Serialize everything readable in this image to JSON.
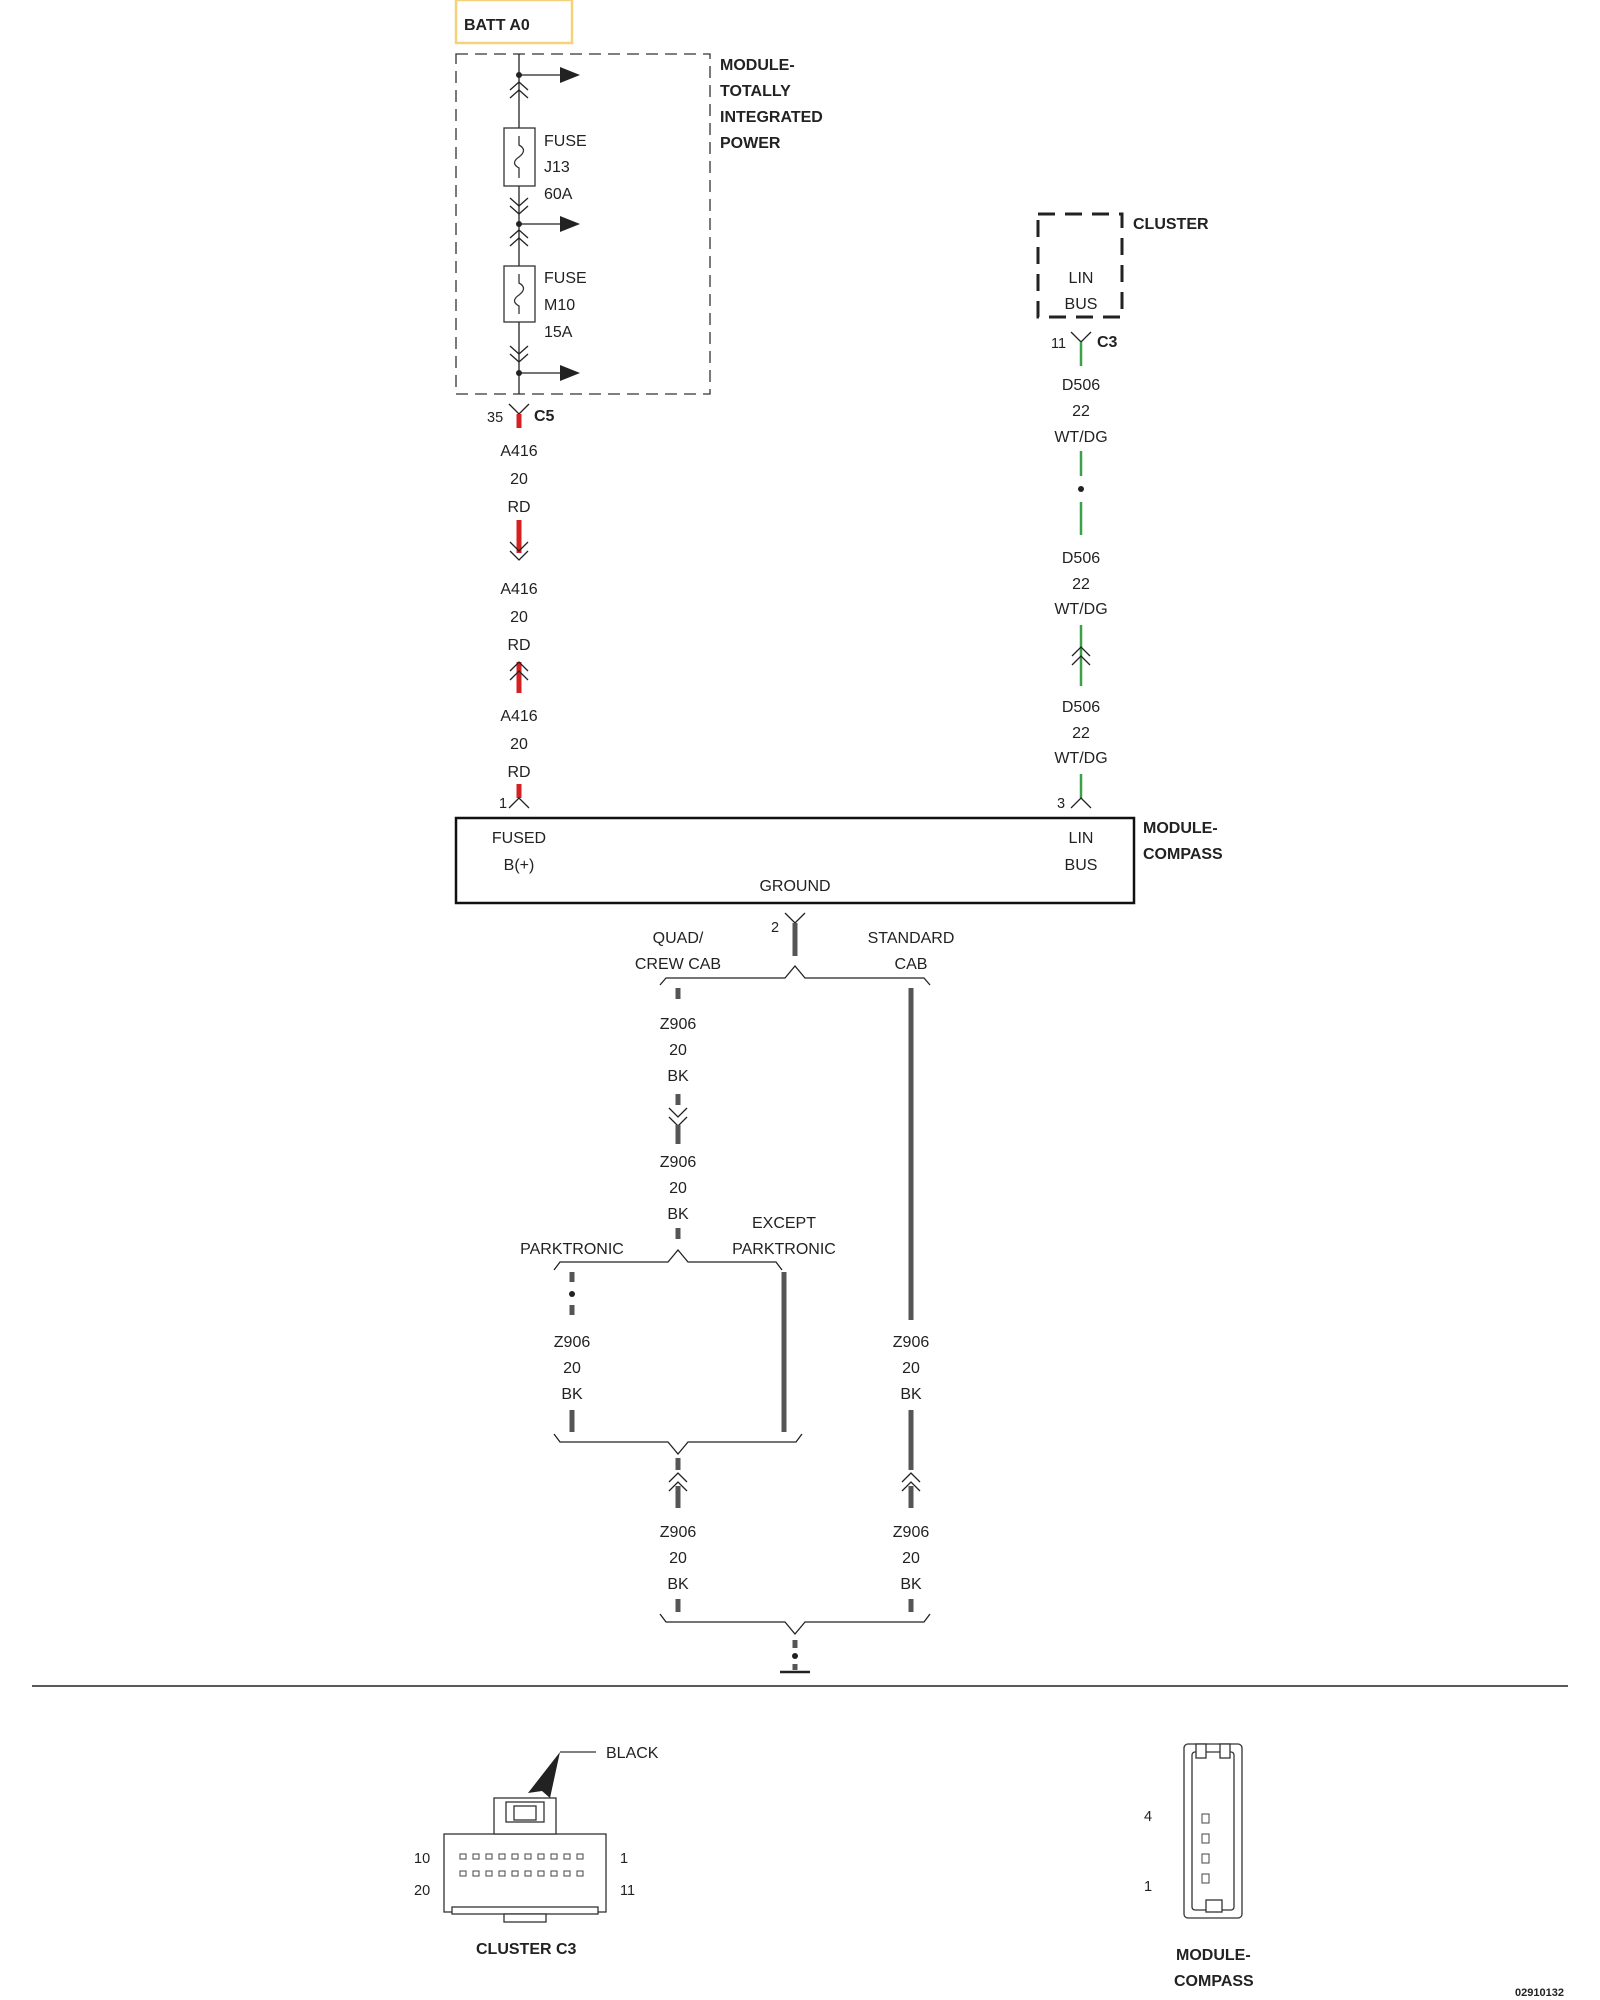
{
  "batt": "BATT A0",
  "tipm": {
    "line1": "MODULE-",
    "line2": "TOTALLY",
    "line3": "INTEGRATED",
    "line4": "POWER"
  },
  "fuse1": {
    "name": "FUSE",
    "id": "J13",
    "rating": "60A"
  },
  "fuse2": {
    "name": "FUSE",
    "id": "M10",
    "rating": "15A"
  },
  "c5": {
    "pin": "35",
    "name": "C5"
  },
  "a416_circuit": "A416",
  "a416_gauge": "20",
  "a416_color": "RD",
  "cluster": {
    "label": "CLUSTER",
    "lin": "LIN",
    "bus": "BUS",
    "pin": "11",
    "connector": "C3"
  },
  "d506_circuit": "D506",
  "d506_gauge": "22",
  "d506_color": "WT/DG",
  "compass_module": {
    "line1": "MODULE-",
    "line2": "COMPASS",
    "fused": "FUSED",
    "bplus": "B(+)",
    "ground": "GROUND",
    "lin": "LIN",
    "bus": "BUS",
    "pin_fused": "1",
    "pin_lin": "3",
    "pin_ground": "2"
  },
  "quad_crew": {
    "line1": "QUAD/",
    "line2": "CREW CAB"
  },
  "standard_cab": {
    "line1": "STANDARD",
    "line2": "CAB"
  },
  "z906_circuit": "Z906",
  "z906_gauge": "20",
  "z906_color": "BK",
  "parktronic": "PARKTRONIC",
  "except_parktronic": {
    "line1": "EXCEPT",
    "line2": "PARKTRONIC"
  },
  "cluster_c3_view": {
    "black": "BLACK",
    "pin_10": "10",
    "pin_1": "1",
    "pin_20": "20",
    "pin_11": "11",
    "caption": "CLUSTER C3"
  },
  "compass_view": {
    "pin_4": "4",
    "pin_1": "1",
    "caption1": "MODULE-",
    "caption2": "COMPASS"
  },
  "figure_id": "02910132",
  "colors": {
    "wire_red": "#d42020",
    "wire_green": "#3aa14a",
    "wire_black": "#555555",
    "highlight": "#f3d27a"
  }
}
